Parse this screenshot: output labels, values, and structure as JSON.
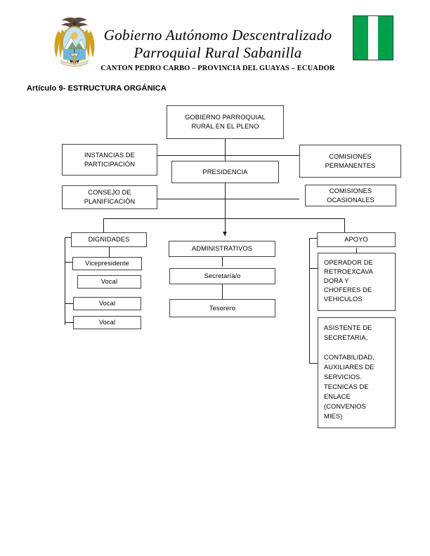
{
  "header": {
    "crest_icon": "ecuador-coat-of-arms-icon",
    "flag_icon": "parish-flag-icon",
    "flag_colors": {
      "green": "#00A14B",
      "white": "#FFFFFF",
      "border": "#3A3A3A"
    },
    "title_line_1": "Gobierno Autónomo Descentralizado",
    "title_line_2": "Parroquial Rural Sabanilla",
    "subtitle": "CANTON PEDRO CARBO – PROVINCIA DEL GUAYAS – ECUADOR"
  },
  "article": {
    "heading": "Artículo 9- ESTRUCTURA ORGÁNICA"
  },
  "chart_data": {
    "type": "diagram",
    "title": "Artículo 9- ESTRUCTURA ORGÁNICA",
    "nodes": [
      {
        "id": "pleno",
        "label": "GOBIERNO PARROQUIAL\nRURAL EN EL PLENO",
        "level": 0
      },
      {
        "id": "instancias",
        "label": "INSTANCIAS DE\nPARTICIPACIÓN",
        "level": 1
      },
      {
        "id": "presidencia",
        "label": "PRESIDENCIA",
        "level": 1
      },
      {
        "id": "comisiones_permanentes",
        "label": "COMISIONES\nPERMANENTES",
        "level": 1
      },
      {
        "id": "consejo",
        "label": "CONSEJO DE\nPLANIFICACIÓN",
        "level": 1
      },
      {
        "id": "comisiones_ocasionales",
        "label": "COMISIONES\nOCASIONALES",
        "level": 1
      },
      {
        "id": "dignidades",
        "label": "DIGNIDADES",
        "level": 2
      },
      {
        "id": "administrativos",
        "label": "ADMINISTRATIVOS",
        "level": 2
      },
      {
        "id": "apoyo",
        "label": "APOYO",
        "level": 2
      },
      {
        "id": "vicepresidente",
        "label": "Vicepresidente",
        "level": 3
      },
      {
        "id": "vocal_1",
        "label": "Vocal",
        "level": 3
      },
      {
        "id": "vocal_2",
        "label": "Vocal",
        "level": 3
      },
      {
        "id": "vocal_3",
        "label": "Vocal",
        "level": 3
      },
      {
        "id": "secretaria",
        "label": "Secretaría/o",
        "level": 3
      },
      {
        "id": "tesorero",
        "label": "Tesorero",
        "level": 3
      },
      {
        "id": "operador",
        "label": "OPERADOR DE\nRETROEXCAVA\nDORA Y\nCHOFERES DE\nVEHICULOS",
        "level": 3
      },
      {
        "id": "asistente",
        "label": "ASISTENTE DE\nSECRETARIA,\n\nCONTABILIDAD,\nAUXILIARES DE\nSERVICIOS.\nTECNICAS DE\nENLACE\n(CONVENIOS\nMIES)",
        "level": 3
      }
    ],
    "edges": [
      {
        "from": "pleno",
        "to": "presidencia"
      },
      {
        "from": "pleno",
        "to": "instancias"
      },
      {
        "from": "pleno",
        "to": "comisiones_permanentes"
      },
      {
        "from": "presidencia",
        "to": "consejo"
      },
      {
        "from": "presidencia",
        "to": "comisiones_ocasionales"
      },
      {
        "from": "presidencia",
        "to": "administrativos",
        "arrow": true
      },
      {
        "from": "presidencia",
        "to": "dignidades"
      },
      {
        "from": "presidencia",
        "to": "apoyo"
      },
      {
        "from": "dignidades",
        "to": "vicepresidente"
      },
      {
        "from": "dignidades",
        "to": "vocal_1"
      },
      {
        "from": "dignidades",
        "to": "vocal_2"
      },
      {
        "from": "dignidades",
        "to": "vocal_3"
      },
      {
        "from": "administrativos",
        "to": "secretaria"
      },
      {
        "from": "secretaria",
        "to": "tesorero"
      },
      {
        "from": "apoyo",
        "to": "operador"
      },
      {
        "from": "apoyo",
        "to": "asistente"
      }
    ]
  }
}
